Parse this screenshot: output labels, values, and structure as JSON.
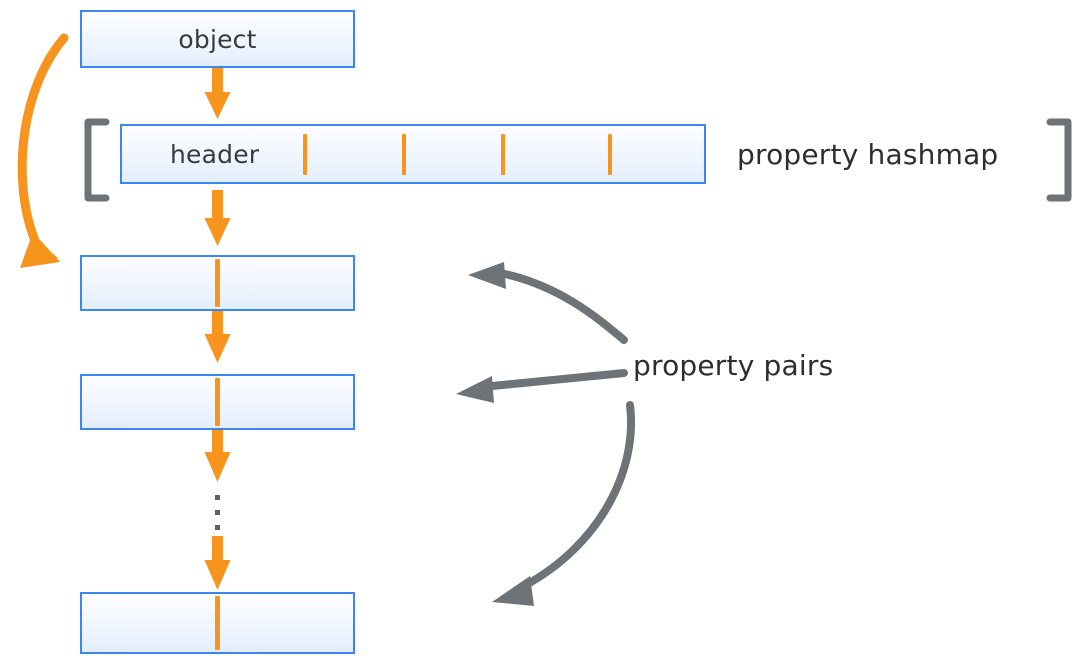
{
  "diagram": {
    "title_text": "",
    "colors": {
      "box_border": "#3b87f0",
      "box_fill_top": "#fcfdff",
      "box_fill_bottom": "#e3eefc",
      "orange_arrow": "#f7941e",
      "gray_arrow": "#6e7378",
      "bracket": "#6e7378",
      "text": "#2e2e2e",
      "background": "#ffffff"
    },
    "nodes": {
      "object": {
        "label": "object"
      },
      "header": {
        "label": "header"
      },
      "pair_1": {
        "label": ""
      },
      "pair_2": {
        "label": ""
      },
      "pair_last": {
        "label": ""
      }
    },
    "annotations": {
      "property_hashmap": "property hashmap",
      "property_pairs": "property pairs",
      "open_bracket": "[",
      "close_bracket": "]",
      "ellipsis": "⋮"
    },
    "hashmap": {
      "slot_count": 4,
      "slot_marker": "|"
    },
    "arrows": {
      "object_to_header": "down-arrow",
      "header_to_pair1": "down-arrow",
      "pair1_to_pair2": "down-arrow",
      "pair2_to_ellipsis": "down-arrow",
      "ellipsis_to_last": "down-arrow",
      "object_to_pair1_curve": "curved-down-arrow",
      "pairs_to_pair1": "curved-left-arrow",
      "pairs_to_pair2": "straight-left-arrow",
      "pairs_to_last": "curved-downleft-arrow"
    }
  }
}
